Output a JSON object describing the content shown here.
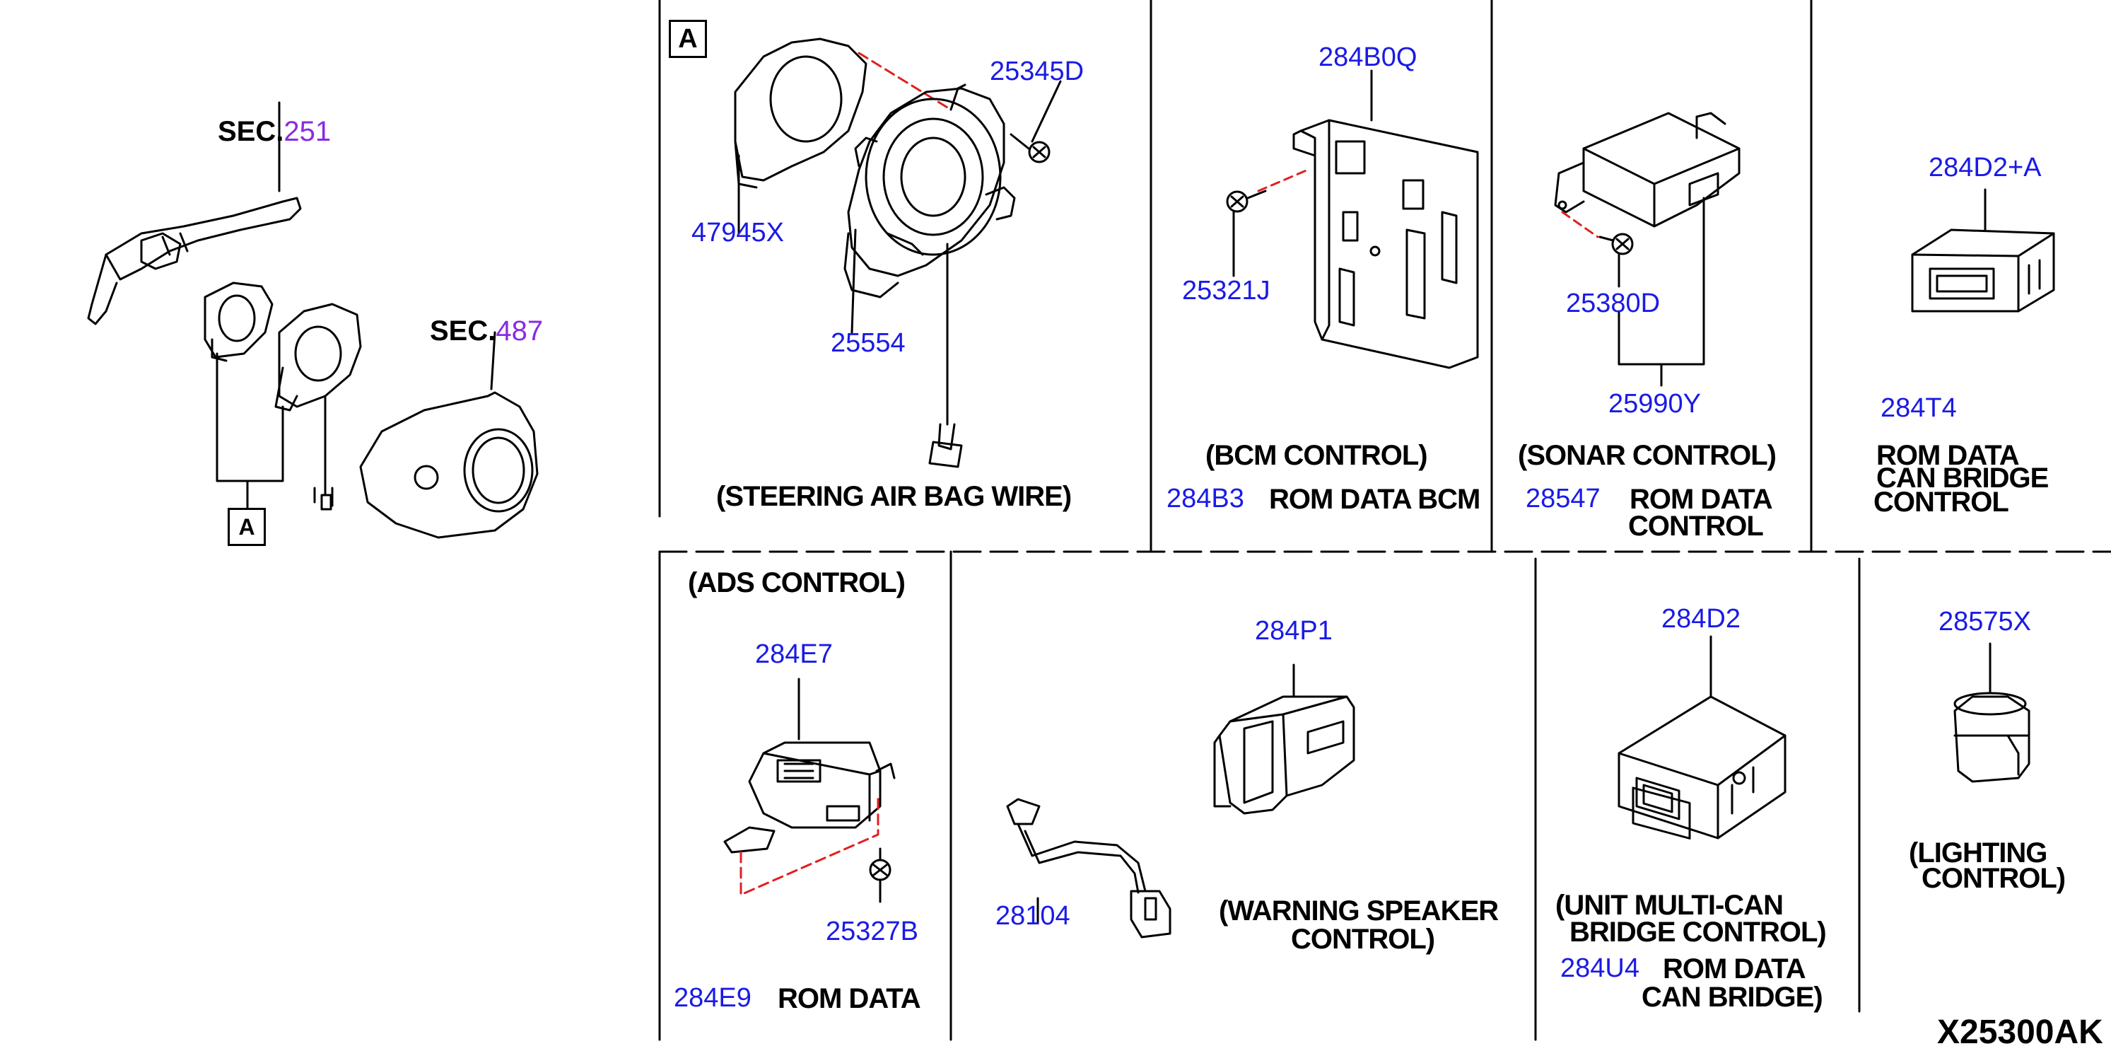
{
  "section_refs": [
    {
      "prefix": "SEC.",
      "number": "251"
    },
    {
      "prefix": "SEC.",
      "number": "487"
    }
  ],
  "view_marker": "A",
  "left_ref_marker": "A",
  "panels": {
    "steering": {
      "parts": [
        "25345D",
        "47945X",
        "25554"
      ],
      "caption": "(STEERING AIR BAG WIRE)"
    },
    "bcm": {
      "parts": [
        "284B0Q",
        "25321J"
      ],
      "caption": "(BCM CONTROL)",
      "rom_part": "284B3",
      "rom_label": "ROM DATA BCM"
    },
    "sonar": {
      "parts": [
        "25380D",
        "25990Y"
      ],
      "caption": "(SONAR CONTROL)",
      "rom_part": "28547",
      "rom_label_1": "ROM DATA",
      "rom_label_2": "CONTROL"
    },
    "can_bridge": {
      "parts": [
        "284D2+A",
        "284T4"
      ],
      "caption_lines": [
        "ROM DATA",
        "CAN BRIDGE",
        "CONTROL"
      ]
    },
    "ads": {
      "caption": "(ADS CONTROL)",
      "parts": [
        "284E7",
        "25327B"
      ],
      "rom_part": "284E9",
      "rom_label": "ROM DATA"
    },
    "warning_speaker": {
      "parts": [
        "284P1",
        "28104"
      ],
      "caption_lines": [
        "(WARNING SPEAKER",
        "CONTROL)"
      ]
    },
    "multi_can": {
      "parts": [
        "284D2"
      ],
      "caption_lines": [
        "(UNIT MULTI-CAN",
        "BRIDGE CONTROL)"
      ],
      "rom_part": "284U4",
      "rom_label_lines": [
        "ROM DATA",
        "CAN BRIDGE)"
      ]
    },
    "lighting": {
      "parts": [
        "28575X"
      ],
      "caption_lines": [
        "(LIGHTING",
        "CONTROL)"
      ]
    }
  },
  "drawing_code": "X25300AK",
  "colors": {
    "part_number": "#1a1ae6",
    "section_number": "#8a2be2",
    "leader_dash": "#e02020",
    "ink": "#000000"
  }
}
